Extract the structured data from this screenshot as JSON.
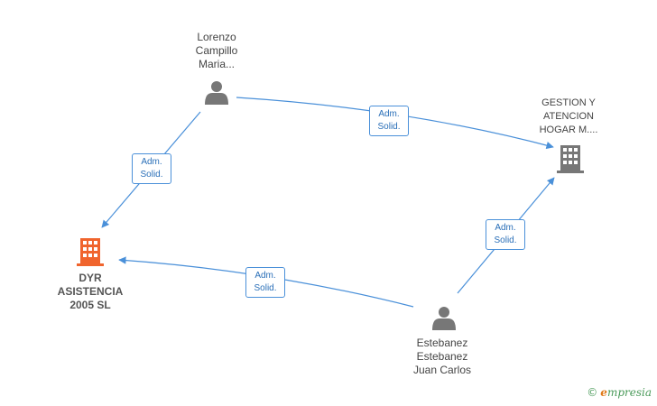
{
  "nodes": {
    "lorenzo": {
      "type": "person",
      "lines": [
        "Lorenzo",
        "Campillo",
        "Maria..."
      ]
    },
    "gestion": {
      "type": "company",
      "lines": [
        "GESTION Y",
        "ATENCION",
        "HOGAR M...."
      ]
    },
    "dyr": {
      "type": "company-focus",
      "lines": [
        "DYR",
        "ASISTENCIA",
        "2005 SL"
      ]
    },
    "estebanez": {
      "type": "person",
      "lines": [
        "Estebanez",
        "Estebanez",
        "Juan Carlos"
      ]
    }
  },
  "edges": [
    {
      "from": "lorenzo",
      "to": "gestion",
      "label": [
        "Adm.",
        "Solid."
      ]
    },
    {
      "from": "lorenzo",
      "to": "dyr",
      "label": [
        "Adm.",
        "Solid."
      ]
    },
    {
      "from": "estebanez",
      "to": "gestion",
      "label": [
        "Adm.",
        "Solid."
      ]
    },
    {
      "from": "estebanez",
      "to": "dyr",
      "label": [
        "Adm.",
        "Solid."
      ]
    }
  ],
  "colors": {
    "edge": "#4a90d9",
    "person_icon": "#777777",
    "company_icon": "#777777",
    "focus_icon": "#f0642d"
  },
  "brand": {
    "copyright": "©",
    "first_letter": "e",
    "rest": "mpresia"
  }
}
